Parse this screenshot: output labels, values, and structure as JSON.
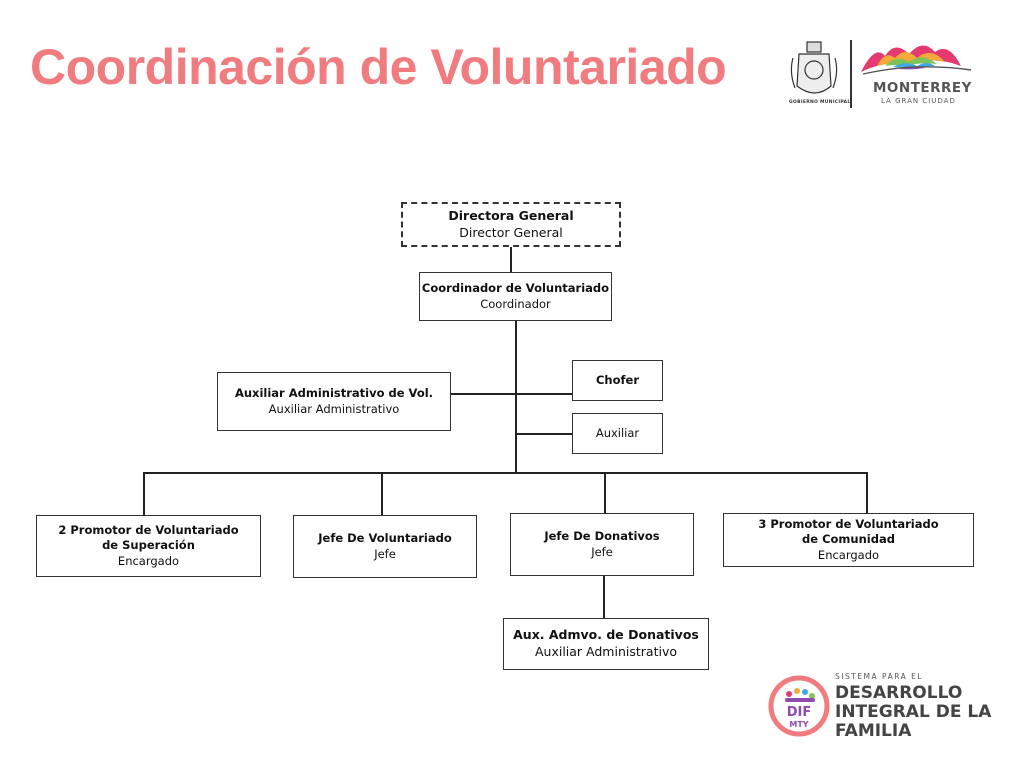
{
  "title": "Coordinación de Voluntariado",
  "logos": {
    "gobierno_label": "GOBIERNO MUNICIPAL",
    "monterrey": "MONTERREY",
    "monterrey_sub": "LA GRAN CIUDAD",
    "dif_small": "SISTEMA PARA EL",
    "dif_line1": "DESARROLLO",
    "dif_line2": "INTEGRAL DE LA",
    "dif_line3": "FAMILIA",
    "dif_badge": "DIF",
    "dif_badge_sub": "MTY"
  },
  "colors": {
    "title": "#f07c80",
    "dif_ring": "#f07c80"
  },
  "nodes": {
    "director": {
      "title": "Directora General",
      "role": "Director General"
    },
    "coordinador": {
      "title": "Coordinador de Voluntariado",
      "role": "Coordinador"
    },
    "aux_admin_vol": {
      "title": "Auxiliar Administrativo de Vol.",
      "role": "Auxiliar Administrativo"
    },
    "chofer": {
      "title": "Chofer"
    },
    "auxiliar": {
      "role": "Auxiliar"
    },
    "promotor_superacion": {
      "title_1": "2  Promotor de Voluntariado",
      "title_2": "de Superación",
      "role": "Encargado"
    },
    "jefe_voluntariado": {
      "title": "Jefe De Voluntariado",
      "role": "Jefe"
    },
    "jefe_donativos": {
      "title": "Jefe De Donativos",
      "role": "Jefe"
    },
    "promotor_comunidad": {
      "title_1": "3  Promotor de Voluntariado",
      "title_2": "de Comunidad",
      "role": "Encargado"
    },
    "aux_donativos": {
      "title": "Aux. Admvo. de Donativos",
      "role": "Auxiliar Administrativo"
    }
  }
}
